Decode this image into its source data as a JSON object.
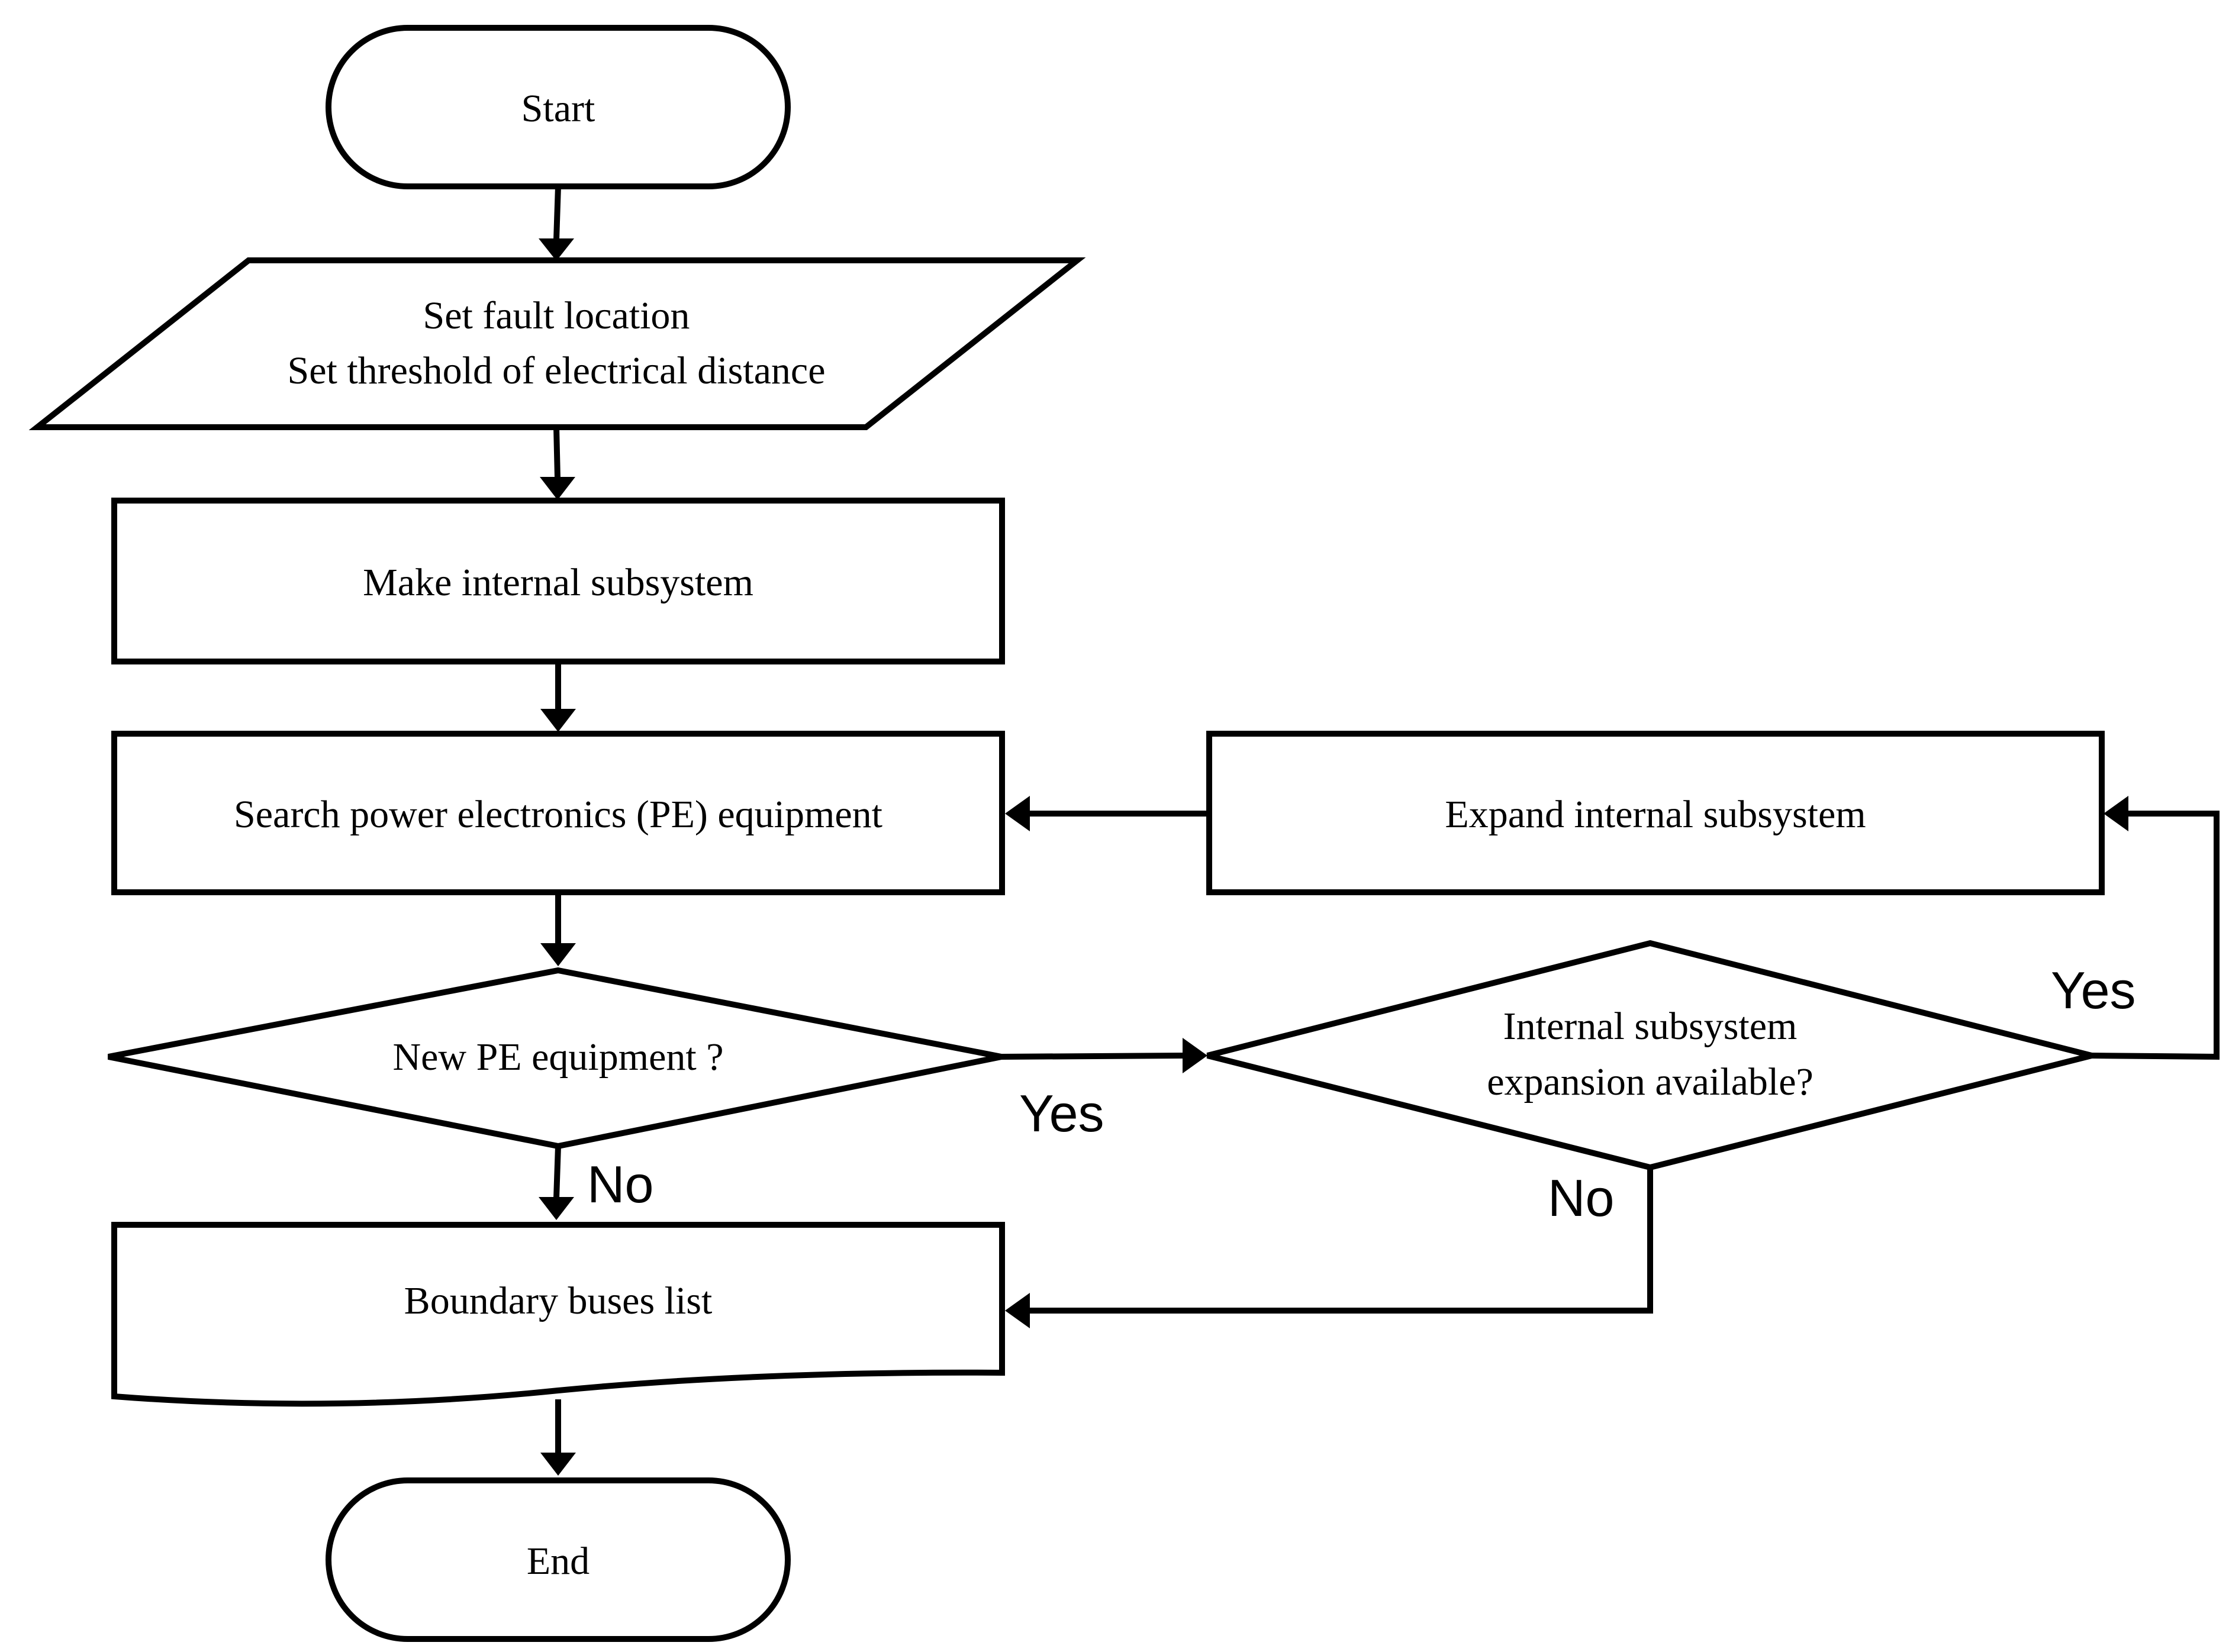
{
  "diagram": {
    "nodes": {
      "start": {
        "label": "Start"
      },
      "set_params": {
        "line1": "Set fault location",
        "line2": "Set threshold of electrical distance"
      },
      "make_subsystem": {
        "label": "Make internal subsystem"
      },
      "search_pe": {
        "label": "Search power electronics (PE) equipment"
      },
      "expand_subsystem": {
        "label": "Expand internal subsystem"
      },
      "new_pe": {
        "label": "New PE equipment ?"
      },
      "expansion_available": {
        "line1": "Internal subsystem",
        "line2": "expansion available?"
      },
      "boundary_list": {
        "label": "Boundary buses list"
      },
      "end": {
        "label": "End"
      }
    },
    "edge_labels": {
      "new_pe_yes": "Yes",
      "new_pe_no": "No",
      "expansion_yes": "Yes",
      "expansion_no": "No"
    }
  }
}
